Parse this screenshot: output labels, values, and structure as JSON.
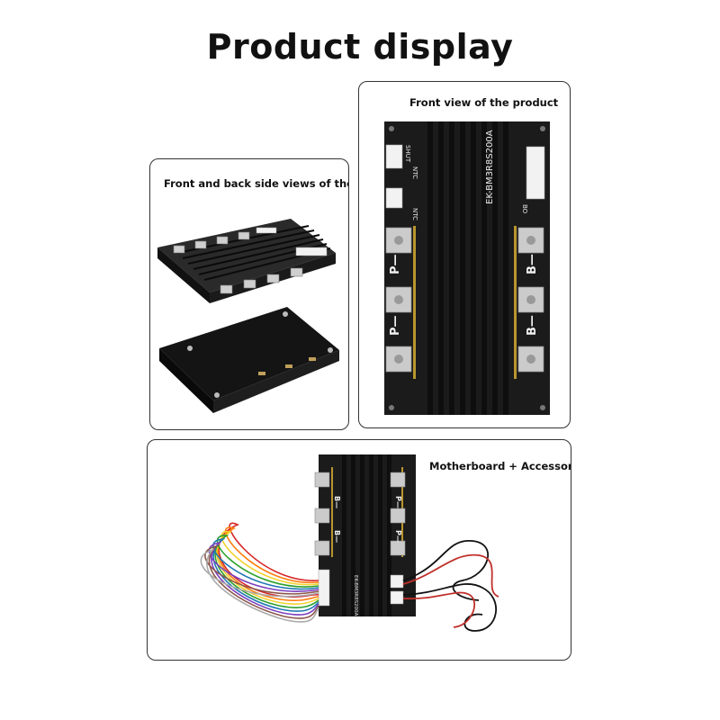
{
  "title": "Product display",
  "panels": {
    "front_back": {
      "label": "Front and back side views of the product"
    },
    "front": {
      "label": "Front view of the product"
    },
    "accessories": {
      "label": "Motherboard + Accessories"
    }
  },
  "board": {
    "model": "EK-BM3R8S200A",
    "ntc": "NTC",
    "shut": "SHUT",
    "bo": "BO",
    "p_minus": "P—",
    "b_minus": "B—"
  },
  "colors": {
    "board_black": "#1b1b1b",
    "fin_dark": "#0e0e0e",
    "terminal_silver": "#c9c9c9",
    "gold_strip": "#b8962e",
    "connector_white": "#f2f2f2",
    "wire_red": "#c0302b",
    "wire_black": "#111111"
  }
}
